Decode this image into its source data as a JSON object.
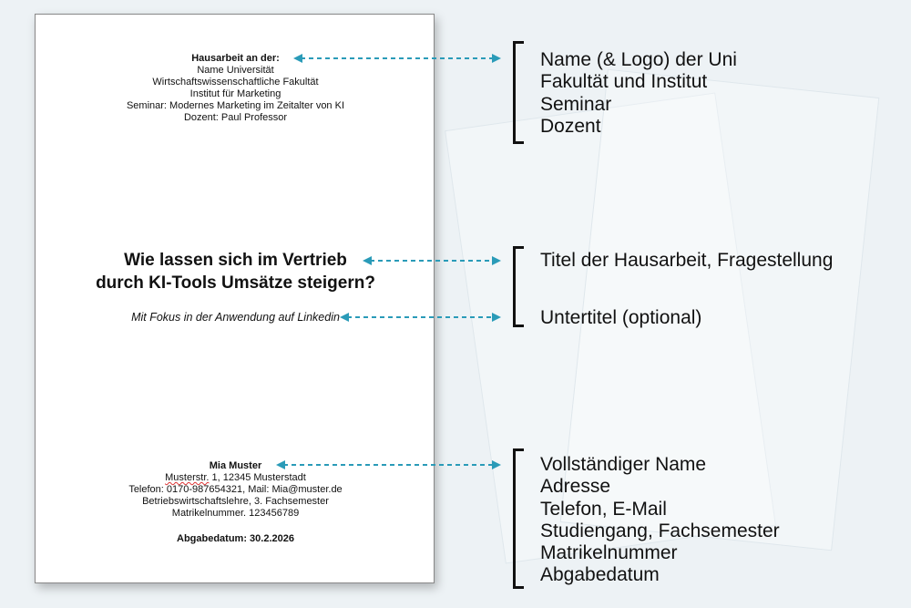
{
  "document": {
    "header": {
      "heading": "Hausarbeit an der:",
      "lines": [
        "Name Universität",
        "Wirtschaftswissenschaftliche Fakultät",
        "Institut für Marketing",
        "Seminar: Modernes Marketing im Zeitalter von KI",
        "Dozent: Paul Professor"
      ]
    },
    "title_lines": [
      "Wie lassen sich im Vertrieb",
      "durch KI-Tools Umsätze steigern?"
    ],
    "subtitle": "Mit Fokus in der Anwendung auf Linkedin",
    "author": {
      "name": "Mia Muster",
      "street": "Musterstr.",
      "address_rest": " 1, 12345 Musterstadt",
      "lines": [
        "Telefon: 0170-987654321, Mail: Mia@muster.de",
        "Betriebswirtschaftslehre, 3. Fachsemester",
        "Matrikelnummer. 123456789"
      ]
    },
    "due_date": "Abgabedatum: 30.2.2026"
  },
  "annotations": {
    "group1": [
      "Name (& Logo) der Uni",
      "Fakultät und Institut",
      "Seminar",
      "Dozent"
    ],
    "group2_title": "Titel der Hausarbeit, Fragestellung",
    "group2_subtitle": "Untertitel (optional)",
    "group3": [
      "Vollständiger Name",
      "Adresse",
      "Telefon, E-Mail",
      "Studiengang, Fachsemester",
      "Matrikelnummer",
      "Abgabedatum"
    ]
  },
  "colors": {
    "arrow": "#2a9bb8",
    "background": "#edf2f5"
  }
}
